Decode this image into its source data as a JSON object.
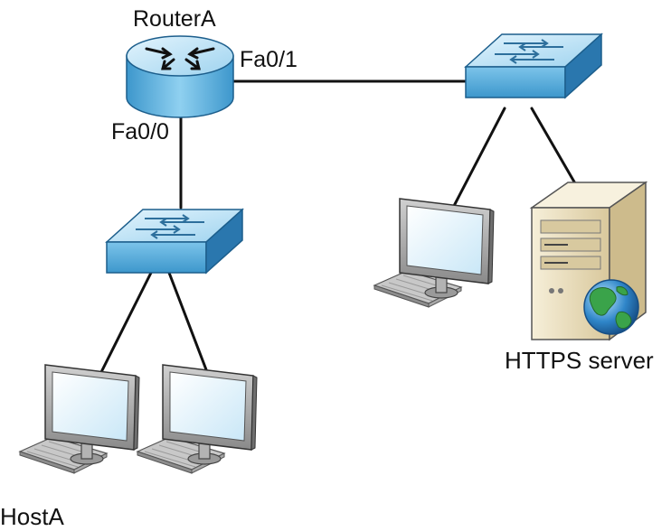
{
  "diagram": {
    "labels": {
      "router_name": "RouterA",
      "router_port_left": "Fa0/0",
      "router_port_right": "Fa0/1",
      "host_a": "HostA",
      "server": "HTTPS server"
    },
    "nodes": [
      {
        "id": "router-a",
        "kind": "router"
      },
      {
        "id": "switch-left",
        "kind": "switch"
      },
      {
        "id": "switch-right",
        "kind": "switch"
      },
      {
        "id": "host-a",
        "kind": "workstation"
      },
      {
        "id": "host-b",
        "kind": "workstation"
      },
      {
        "id": "host-c",
        "kind": "workstation"
      },
      {
        "id": "https-server",
        "kind": "server"
      }
    ],
    "links": [
      {
        "from": "router-a",
        "to": "switch-left",
        "port": "Fa0/0"
      },
      {
        "from": "router-a",
        "to": "switch-right",
        "port": "Fa0/1"
      },
      {
        "from": "switch-left",
        "to": "host-a"
      },
      {
        "from": "switch-left",
        "to": "host-b"
      },
      {
        "from": "switch-right",
        "to": "host-c"
      },
      {
        "from": "switch-right",
        "to": "https-server"
      }
    ],
    "colors": {
      "device_blue": "#5ab0dc",
      "device_light": "#bfe3f6",
      "device_dark": "#1f6fa6",
      "server_beige": "#eee2c2",
      "link": "#111111"
    }
  }
}
